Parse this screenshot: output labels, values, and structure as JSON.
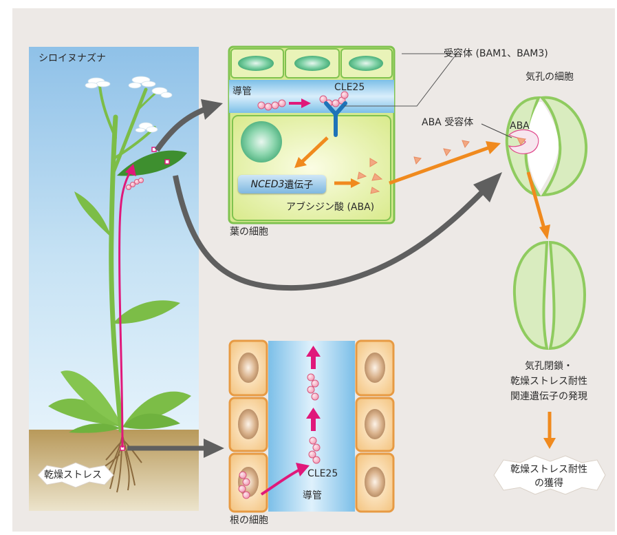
{
  "labels": {
    "plant_name": "シロイヌナズナ",
    "xylem_top": "導管",
    "cle25_top": "CLE25",
    "receptor": "受容体 (BAM1、BAM3)",
    "guard_cell_top": "気孔の細胞",
    "aba_receptor": "ABA 受容体",
    "aba_small": "ABA",
    "gene_italic": "NCED3",
    "gene_suffix": "遺伝子",
    "abscisic_acid": "アブシジン酸 (ABA)",
    "leaf_cell": "葉の細胞",
    "closure_line1": "気孔閉鎖・",
    "closure_line2": "乾燥ストレス耐性",
    "closure_line3": "関連遺伝子の発現",
    "acquisition_line1": "乾燥ストレス耐性",
    "acquisition_line2": "の獲得",
    "drought_stress": "乾燥ストレス",
    "cle25_bottom": "CLE25",
    "xylem_bottom": "導管",
    "root_cell": "根の細胞"
  },
  "colors": {
    "peptide": "#e0457a",
    "peptide_arrow": "#e0187a",
    "receptor": "#1e73b8",
    "aba_arrow": "#f08a1e",
    "aba": "#f2a882",
    "flow_arrow": "#5f5f5f",
    "leaf_cell_bg": "#e5f0a6",
    "root_cell_bg": "#f5cd95",
    "xylem": "#a9d6f2",
    "guard_cell": "#d9ecbf",
    "stem": "#7cbd47",
    "sky": "#9fcbea",
    "soil": "#c7ae6c"
  }
}
